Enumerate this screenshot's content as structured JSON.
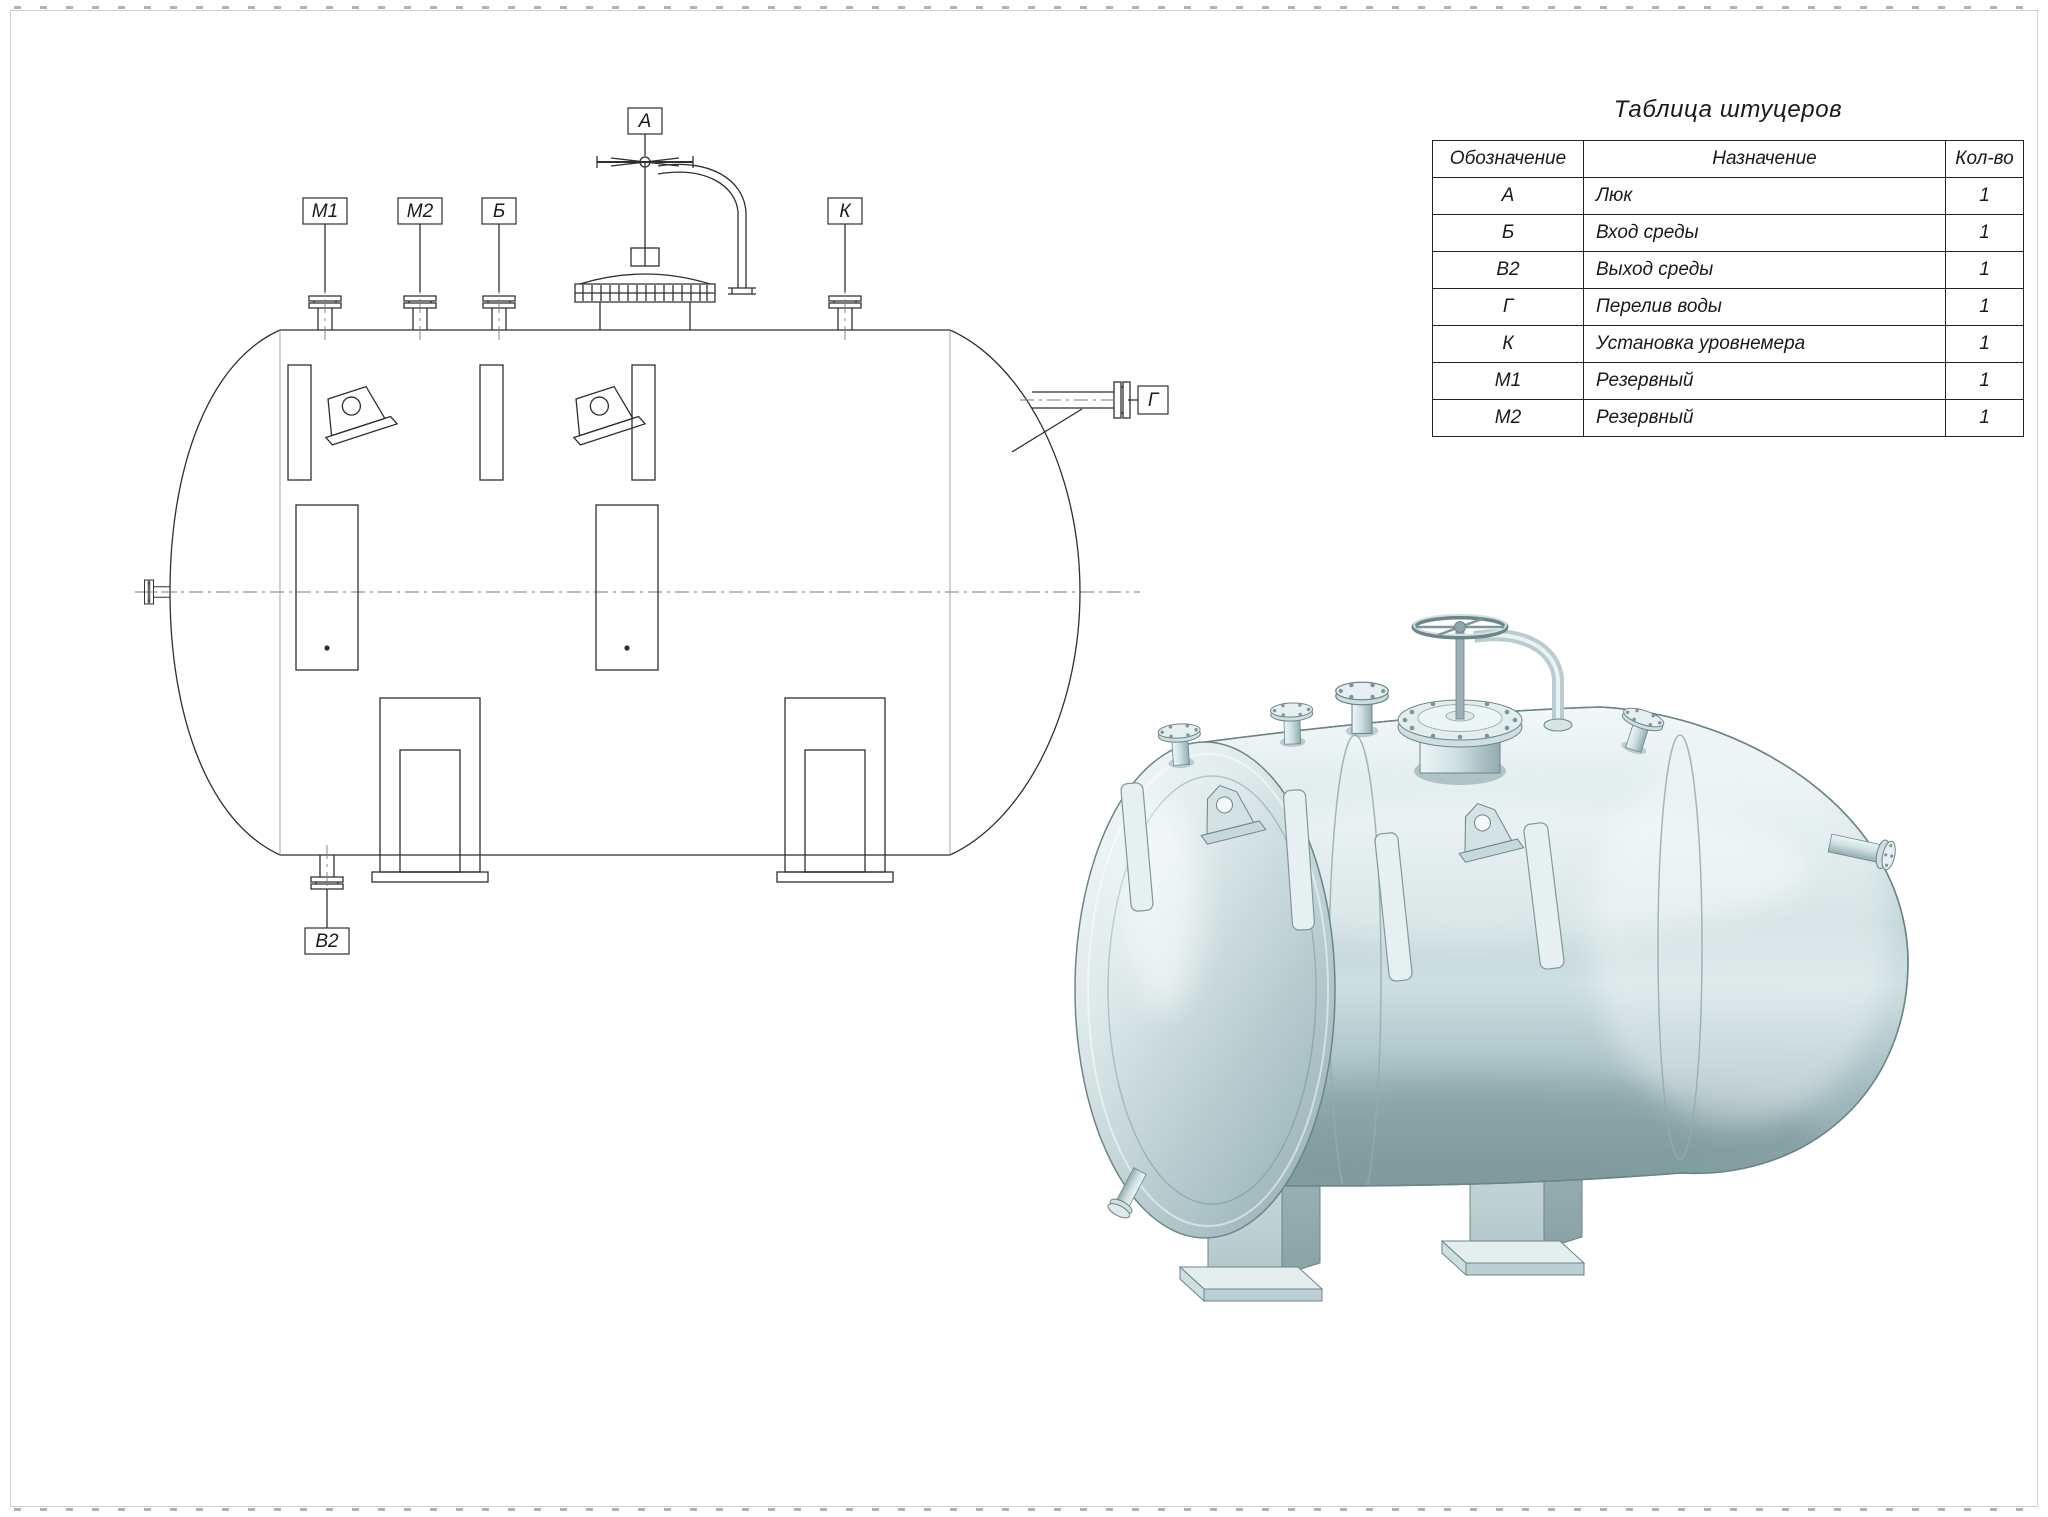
{
  "table": {
    "title": "Таблица штуцеров",
    "columns": [
      "Обозначение",
      "Назначение",
      "Кол-во"
    ],
    "rows": [
      {
        "code": "А",
        "purpose": "Люк",
        "qty": "1"
      },
      {
        "code": "Б",
        "purpose": "Вход среды",
        "qty": "1"
      },
      {
        "code": "В2",
        "purpose": "Выход среды",
        "qty": "1"
      },
      {
        "code": "Г",
        "purpose": "Перелив воды",
        "qty": "1"
      },
      {
        "code": "К",
        "purpose": "Установка уровнемера",
        "qty": "1"
      },
      {
        "code": "М1",
        "purpose": "Резервный",
        "qty": "1"
      },
      {
        "code": "М2",
        "purpose": "Резервный",
        "qty": "1"
      }
    ]
  },
  "nozzle_labels": {
    "A": "А",
    "B": "Б",
    "V2": "В2",
    "G": "Г",
    "K": "К",
    "M1": "М1",
    "M2": "М2"
  },
  "colors": {
    "drawing_line": "#2f2f2f",
    "centerline": "#7a7a7a",
    "table_border": "#222222",
    "render_body_light": "#f3f8f9",
    "render_body_dark": "#8aa4a8",
    "render_edge": "#6b8589"
  }
}
